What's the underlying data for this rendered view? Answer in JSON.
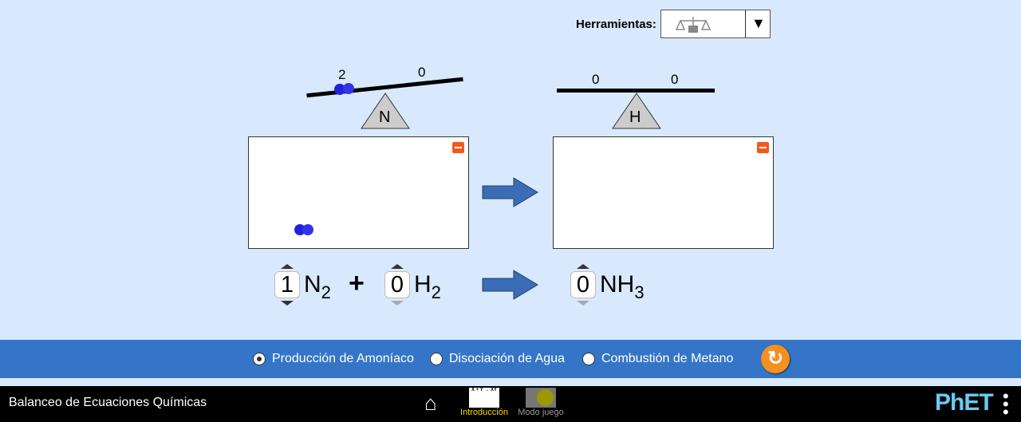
{
  "tools": {
    "label": "Herramientas:",
    "icon": "balance-scale-icon"
  },
  "balances": [
    {
      "element": "N",
      "left": "2",
      "right": "0"
    },
    {
      "element": "H",
      "left": "0",
      "right": "0"
    }
  ],
  "equation": {
    "reactants": [
      {
        "coef": "1",
        "sym": "N",
        "sub": "2"
      },
      {
        "coef": "0",
        "sym": "H",
        "sub": "2"
      }
    ],
    "plus": "+",
    "products": [
      {
        "coef": "0",
        "sym": "NH",
        "sub": "3"
      }
    ]
  },
  "reactions": [
    {
      "label": "Producción de Amoníaco",
      "selected": true
    },
    {
      "label": "Disociación de Agua",
      "selected": false
    },
    {
      "label": "Combustión de Metano",
      "selected": false
    }
  ],
  "nav": {
    "title": "Balanceo de Ecuaciones Químicas",
    "screens": [
      {
        "label": "Introducción",
        "active": true
      },
      {
        "label": "Modo juego",
        "active": false
      }
    ],
    "intro_icon_text": "X + Y → XY",
    "logo": "PhET"
  },
  "colors": {
    "accent": "#3575c7",
    "active": "#ffd800",
    "molecule": "#2222dd"
  }
}
